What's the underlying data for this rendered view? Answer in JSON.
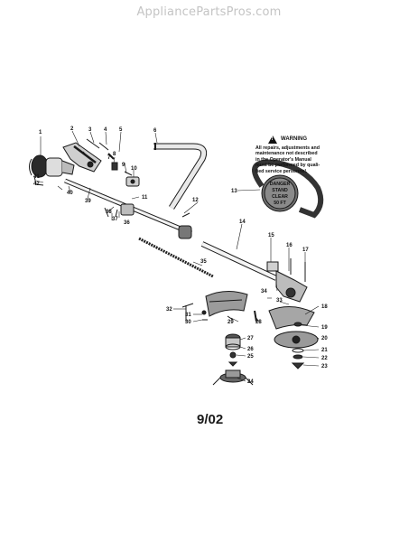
{
  "watermark": "AppliancePartsPros.com",
  "warning": {
    "title": "WARNING",
    "lines": [
      "All repairs, adjustments and",
      "maintenance not described",
      "in the Operator's Manual",
      "must be performed by quali-",
      "fied service personnel."
    ]
  },
  "decal": {
    "lines": [
      "DANGER",
      "STAND",
      "CLEAR",
      "50 FT"
    ]
  },
  "footer": {
    "date": "9/02"
  },
  "callouts": [
    "1",
    "2",
    "3",
    "4",
    "5",
    "6",
    "7",
    "8",
    "9",
    "10",
    "11",
    "12",
    "13",
    "14",
    "15",
    "16",
    "17",
    "18",
    "19",
    "20",
    "21",
    "22",
    "23",
    "24",
    "25",
    "26",
    "27",
    "28",
    "29",
    "30",
    "31",
    "32",
    "33",
    "34",
    "35",
    "36",
    "37",
    "38",
    "39",
    "40",
    "41",
    "42"
  ]
}
